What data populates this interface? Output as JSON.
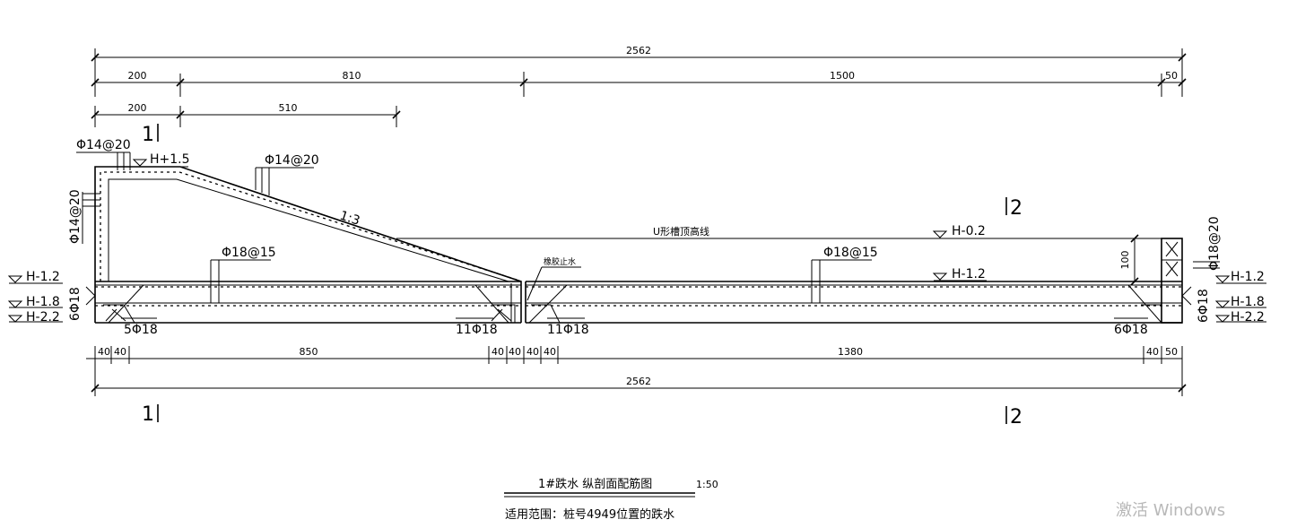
{
  "dimensions": {
    "top_total": "2562",
    "top_seg_1": "200",
    "top_seg_2": "810",
    "top_seg_3": "1500",
    "top_seg_4": "50",
    "mid_seg_1": "200",
    "mid_seg_2": "510",
    "bottom_seg_1": "40",
    "bottom_seg_2": "40",
    "bottom_seg_3": "850",
    "bottom_seg_4": "40",
    "bottom_seg_5": "40",
    "bottom_seg_6": "40",
    "bottom_seg_7": "40",
    "bottom_seg_8": "1380",
    "bottom_seg_9": "40",
    "bottom_seg_10": "50",
    "bottom_total": "2562",
    "height_100": "100"
  },
  "section_marks": {
    "mark_1_top": "1",
    "mark_1_bottom": "1",
    "mark_2_top": "2",
    "mark_2_bottom": "2"
  },
  "rebar": {
    "top_left": "Φ14@20",
    "left_wall": "Φ14@20",
    "slope": "Φ14@20",
    "floor_left": "Φ18@15",
    "floor_right": "Φ18@15",
    "right_wall": "Φ18@20",
    "left_bottom_vertical": "6Φ18",
    "right_bottom_vertical": "6Φ18",
    "bottom_5": "5Φ18",
    "bottom_11a": "11Φ18",
    "bottom_11b": "11Φ18",
    "bottom_6": "6Φ18"
  },
  "elevations": {
    "top_left": "H+1.5",
    "left_1": "H-1.2",
    "left_2": "H-1.8",
    "left_3": "H-2.2",
    "right_1": "H-1.2",
    "right_2": "H-1.8",
    "right_3": "H-2.2",
    "u_top": "H-0.2",
    "floor": "H-1.2"
  },
  "annotations": {
    "slope": "1:3",
    "u_trough": "U形槽顶高线",
    "waterstop": "橡胶止水"
  },
  "title": {
    "main": "1#跌水 纵剖面配筋图",
    "scale": "1:50",
    "scope": "适用范围：桩号4949位置的跌水"
  },
  "watermark": {
    "line1": "激活 Windows"
  }
}
